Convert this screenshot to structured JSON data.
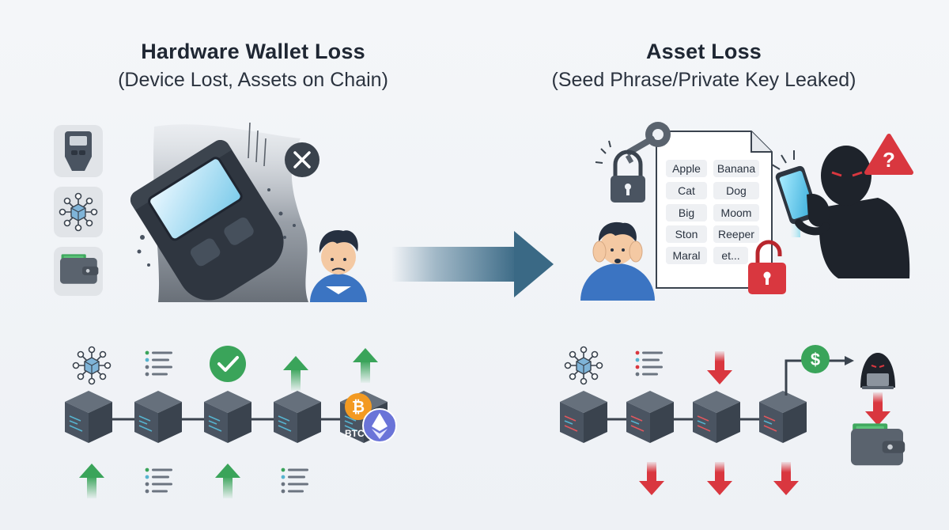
{
  "left_title": "Hardware Wallet Loss",
  "left_subtitle": "(Device Lost, Assets on Chain)",
  "right_title": "Asset Loss",
  "right_subtitle": "(Seed Phrase/Private Key Leaked)",
  "seed_words": [
    "Apple",
    "Banana",
    "Cat",
    "Dog",
    "Big",
    "Moom",
    "Ston",
    "Reeper",
    "Maral",
    "et..."
  ],
  "btc_label": "BTC",
  "colors": {
    "green": "#3aa45a",
    "red": "#d9373f",
    "dark": "#2d3540",
    "block": "#4a5461",
    "blue_arrow": "#3f6f8c"
  }
}
